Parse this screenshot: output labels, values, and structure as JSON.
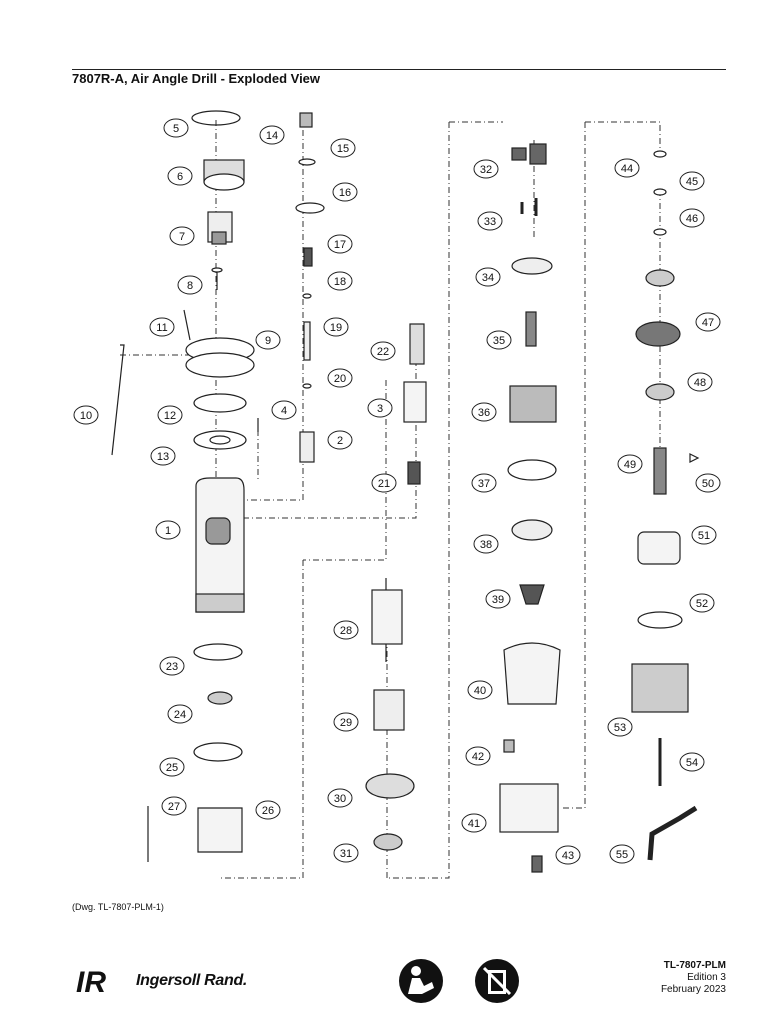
{
  "document": {
    "title": "7807R-A, Air Angle Drill - Exploded View",
    "drawing_ref": "(Dwg. TL-7807-PLM-1)"
  },
  "callouts": [
    "1",
    "2",
    "3",
    "4",
    "5",
    "6",
    "7",
    "8",
    "9",
    "10",
    "11",
    "12",
    "13",
    "14",
    "15",
    "16",
    "17",
    "18",
    "19",
    "20",
    "21",
    "22",
    "23",
    "24",
    "25",
    "26",
    "27",
    "28",
    "29",
    "30",
    "31",
    "32",
    "33",
    "34",
    "35",
    "36",
    "37",
    "38",
    "39",
    "40",
    "41",
    "42",
    "43",
    "44",
    "45",
    "46",
    "47",
    "48",
    "49",
    "50",
    "51",
    "52",
    "53",
    "54",
    "55"
  ],
  "footer": {
    "brand": "Ingersoll Rand.",
    "brand_mark": "IR",
    "doc_code": "TL-7807-PLM",
    "edition": "Edition 3",
    "date": "February 2023",
    "icons": [
      "read-manual-icon",
      "no-trash-disposal-icon"
    ]
  }
}
